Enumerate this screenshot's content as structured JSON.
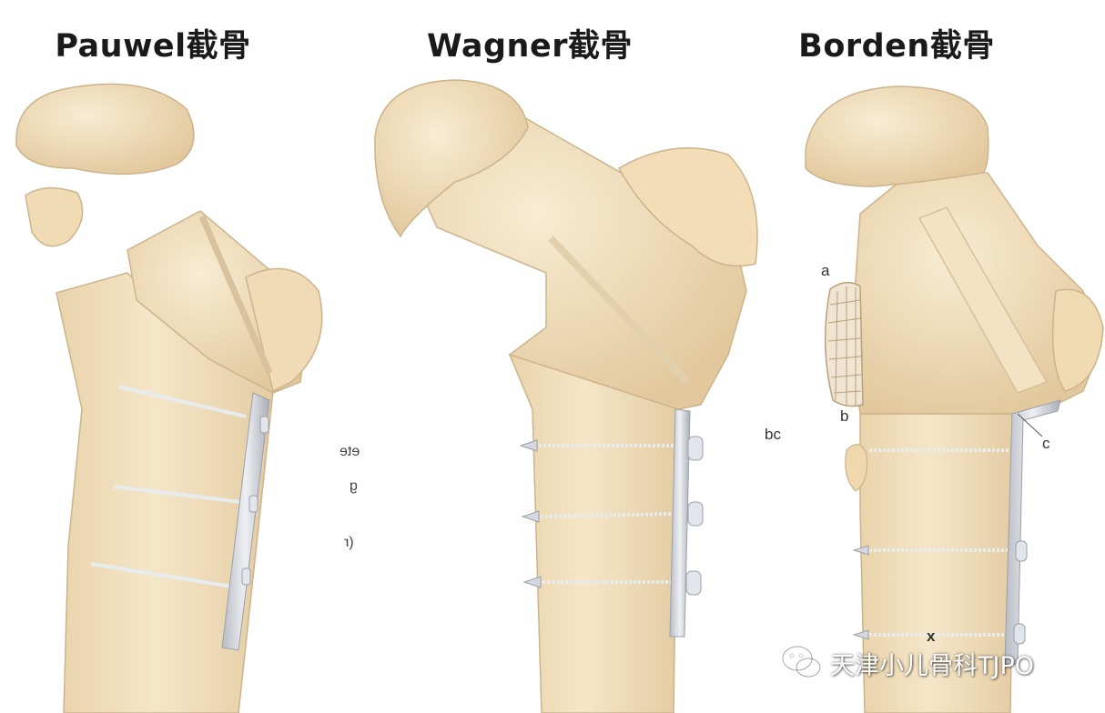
{
  "titles": {
    "left": "Pauwel截骨",
    "middle": "Wagner截骨",
    "right": "Borden截骨"
  },
  "labels": {
    "a": "a",
    "b": "b",
    "bc": "bc",
    "c": "c",
    "x": "x"
  },
  "mirrored_fragments": [
    "ete",
    "g",
    "(r"
  ],
  "watermark": {
    "text": "天津小儿骨科TJPO",
    "icon": "wechat-icon"
  },
  "colors": {
    "bone": "#f1dfbd",
    "bone_shade": "#dcc49c",
    "bone_outline": "#c9b08a",
    "plate": "#d4d6dc",
    "plate_edge": "#9aa0aa"
  }
}
